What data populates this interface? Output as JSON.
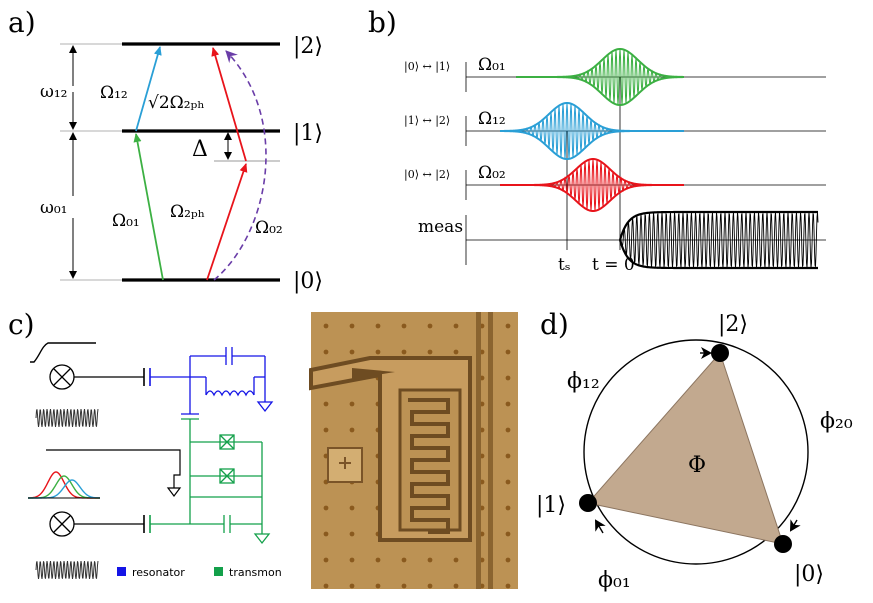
{
  "panel_labels": [
    "a)",
    "b)",
    "c)",
    "d)"
  ],
  "panel_a": {
    "levels": {
      "l2": "|2⟩",
      "l1": "|1⟩",
      "l0": "|0⟩"
    },
    "omega12": "ω₁₂",
    "omega01": "ω₀₁",
    "delta": "Δ",
    "rabi12": "Ω₁₂",
    "rabi01": "Ω₀₁",
    "rabi02": "Ω₀₂",
    "two_photon": "Ω₂ₚₕ",
    "two_photon_full": "√2Ω₂ₚₕ",
    "colors": {
      "green": "#3cb043",
      "blue": "#2a9fd6",
      "red": "#e8141b",
      "purple": "#6a3da8"
    }
  },
  "panel_b": {
    "channels": [
      {
        "transition": "|0⟩ ↔ |1⟩",
        "rabi": "Ω₀₁",
        "color": "#3cb043"
      },
      {
        "transition": "|1⟩ ↔ |2⟩",
        "rabi": "Ω₁₂",
        "color": "#2a9fd6"
      },
      {
        "transition": "|0⟩ ↔ |2⟩",
        "rabi": "Ω₀₂",
        "color": "#e8141b"
      }
    ],
    "meas_label": "meas",
    "ts_label": "tₛ",
    "t0_label": "t = 0"
  },
  "panel_c": {
    "legend": {
      "resonator": "resonator",
      "transmon": "transmon"
    },
    "colors": {
      "resonator": "#1414e6",
      "transmon": "#13a04a"
    }
  },
  "panel_d": {
    "states": {
      "s2": "|2⟩",
      "s1": "|1⟩",
      "s0": "|0⟩"
    },
    "phases": {
      "p12": "ϕ₁₂",
      "p20": "ϕ₂₀",
      "p01": "ϕ₀₁"
    },
    "flux": "Φ",
    "fill": "#c2a98f"
  }
}
